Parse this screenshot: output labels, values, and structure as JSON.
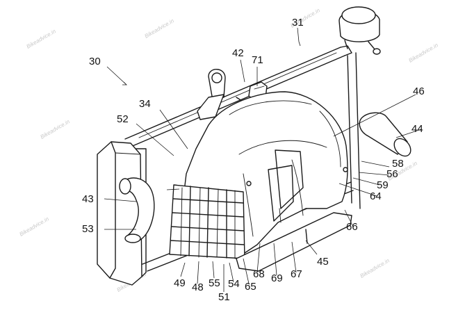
{
  "figure": {
    "reference_numerals": [
      "30",
      "31",
      "34",
      "42",
      "43",
      "44",
      "45",
      "46",
      "48",
      "49",
      "51",
      "52",
      "53",
      "54",
      "55",
      "56",
      "58",
      "59",
      "64",
      "65",
      "66",
      "67",
      "68",
      "69",
      "71"
    ]
  },
  "watermark": {
    "text": "Bikeadvice.in"
  }
}
